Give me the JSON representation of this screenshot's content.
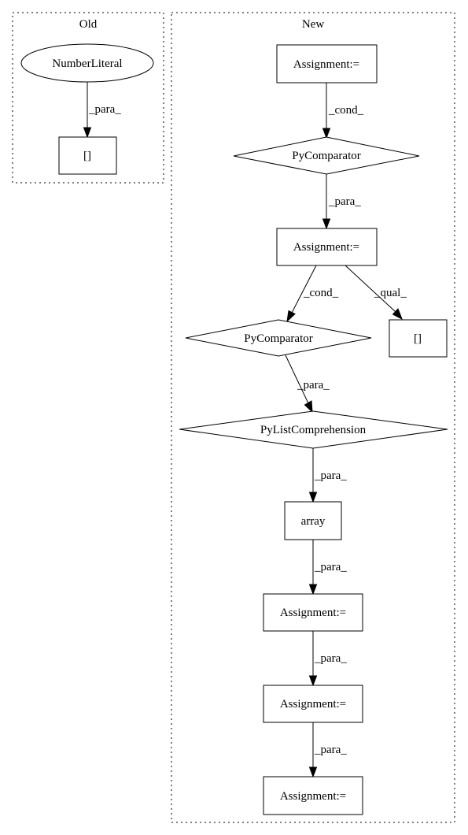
{
  "clusters": {
    "old": {
      "title": "Old"
    },
    "new": {
      "title": "New"
    }
  },
  "nodes": {
    "old_number_literal": {
      "label": "NumberLiteral",
      "shape": "ellipse"
    },
    "old_subscript": {
      "label": "[]",
      "shape": "box"
    },
    "new_assignment_1": {
      "label": "Assignment:=",
      "shape": "box"
    },
    "new_pycomparator_1": {
      "label": "PyComparator",
      "shape": "diamond"
    },
    "new_assignment_2": {
      "label": "Assignment:=",
      "shape": "box"
    },
    "new_pycomparator_2": {
      "label": "PyComparator",
      "shape": "diamond"
    },
    "new_subscript": {
      "label": "[]",
      "shape": "box"
    },
    "new_pylistcomprehension": {
      "label": "PyListComprehension",
      "shape": "diamond"
    },
    "new_array": {
      "label": "array",
      "shape": "box"
    },
    "new_assignment_3": {
      "label": "Assignment:=",
      "shape": "box"
    },
    "new_assignment_4": {
      "label": "Assignment:=",
      "shape": "box"
    },
    "new_assignment_5": {
      "label": "Assignment:=",
      "shape": "box"
    }
  },
  "edges": [
    {
      "from": "old_number_literal",
      "to": "old_subscript",
      "label": "_para_"
    },
    {
      "from": "new_assignment_1",
      "to": "new_pycomparator_1",
      "label": "_cond_"
    },
    {
      "from": "new_pycomparator_1",
      "to": "new_assignment_2",
      "label": "_para_"
    },
    {
      "from": "new_assignment_2",
      "to": "new_pycomparator_2",
      "label": "_cond_"
    },
    {
      "from": "new_assignment_2",
      "to": "new_subscript",
      "label": "_qual_"
    },
    {
      "from": "new_pycomparator_2",
      "to": "new_pylistcomprehension",
      "label": "_para_"
    },
    {
      "from": "new_pylistcomprehension",
      "to": "new_array",
      "label": "_para_"
    },
    {
      "from": "new_array",
      "to": "new_assignment_3",
      "label": "_para_"
    },
    {
      "from": "new_assignment_3",
      "to": "new_assignment_4",
      "label": "_para_"
    },
    {
      "from": "new_assignment_4",
      "to": "new_assignment_5",
      "label": "_para_"
    }
  ]
}
